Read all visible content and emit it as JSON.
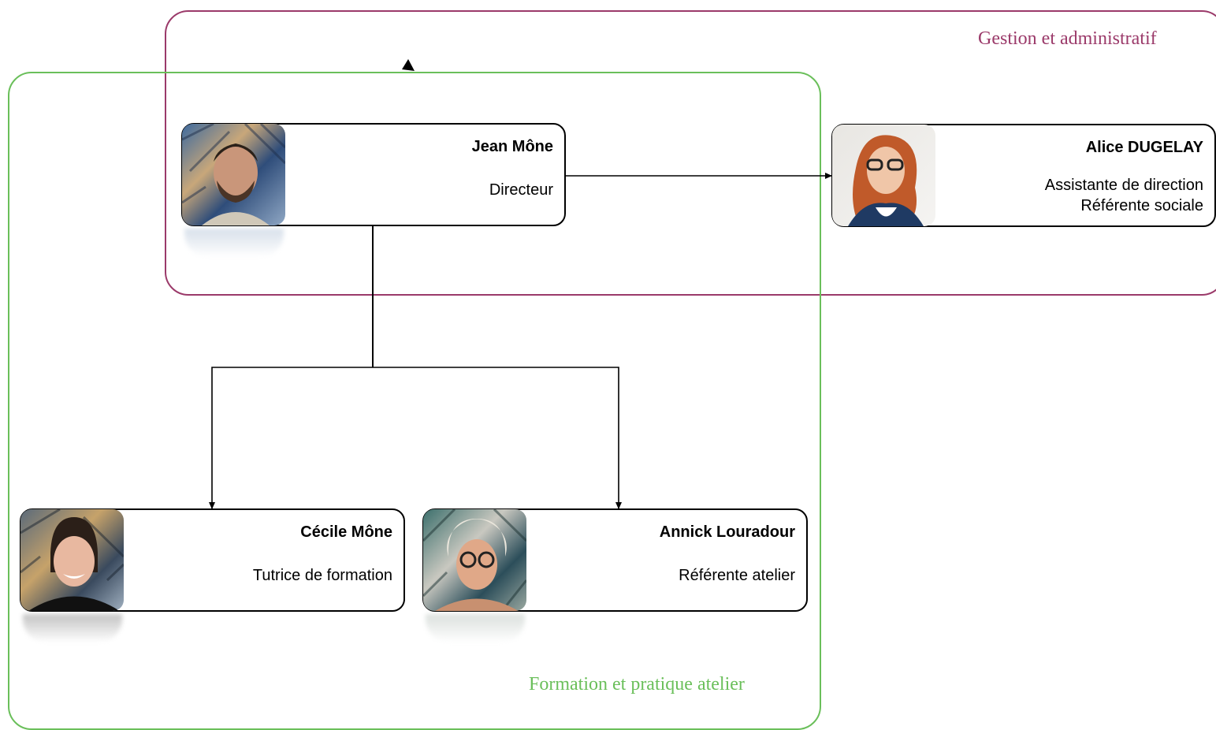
{
  "colors": {
    "admin_group": "#9b3a6a",
    "formation_group": "#6abf5a"
  },
  "groups": {
    "admin": {
      "label": "Gestion et administratif"
    },
    "formation": {
      "label": "Formation et pratique atelier"
    }
  },
  "people": {
    "director": {
      "name": "Jean Mône",
      "role": "Directeur"
    },
    "assistant": {
      "name": "Alice DUGELAY",
      "role_line1": "Assistante de direction",
      "role_line2": "Référente sociale"
    },
    "tutor": {
      "name": "Cécile Mône",
      "role": "Tutrice de formation"
    },
    "workshop": {
      "name": "Annick Louradour",
      "role": "Référente atelier"
    }
  }
}
